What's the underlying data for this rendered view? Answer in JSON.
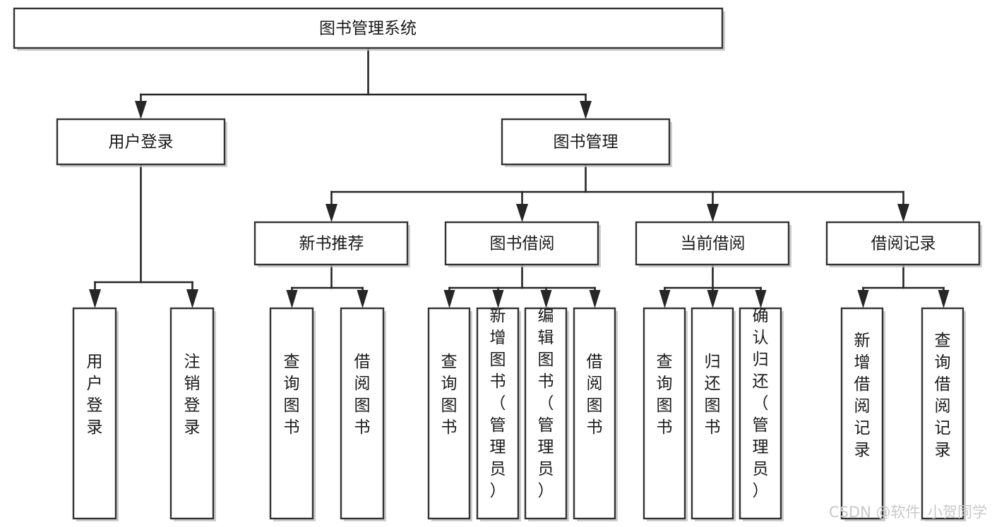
{
  "diagram": {
    "type": "tree-hierarchy",
    "title": "图书管理系统",
    "orientation": "top-down",
    "colors": {
      "box_fill": "#ffffff",
      "box_stroke": "#333333",
      "edge_stroke": "#262626",
      "text": "#1a1a1a",
      "shadow": "#bdbdbd",
      "watermark": "#c9c9c9",
      "background": "#ffffff"
    },
    "nodes": {
      "root": {
        "id": "root",
        "label": "图书管理系统",
        "level": 0
      },
      "level1": [
        {
          "id": "user-login",
          "label": "用户登录",
          "level": 1
        },
        {
          "id": "book-management",
          "label": "图书管理",
          "level": 1
        }
      ],
      "level2": [
        {
          "id": "new-book-recommend",
          "label": "新书推荐",
          "level": 2,
          "parent": "book-management"
        },
        {
          "id": "book-borrow",
          "label": "图书借阅",
          "level": 2,
          "parent": "book-management"
        },
        {
          "id": "current-borrow",
          "label": "当前借阅",
          "level": 2,
          "parent": "book-management"
        },
        {
          "id": "borrow-record",
          "label": "借阅记录",
          "level": 2,
          "parent": "book-management"
        }
      ],
      "leaves": [
        {
          "id": "leaf-user-login",
          "label": "用户登录",
          "parent": "user-login"
        },
        {
          "id": "leaf-logout-login",
          "label": "注销登录",
          "parent": "user-login"
        },
        {
          "id": "leaf-query-book-1",
          "label": "查询图书",
          "parent": "new-book-recommend"
        },
        {
          "id": "leaf-borrow-book-1",
          "label": "借阅图书",
          "parent": "new-book-recommend"
        },
        {
          "id": "leaf-query-book-2",
          "label": "查询图书",
          "parent": "book-borrow"
        },
        {
          "id": "leaf-add-book",
          "label": "新增图书（管理员）",
          "parent": "book-borrow"
        },
        {
          "id": "leaf-edit-book",
          "label": "编辑图书（管理员）",
          "parent": "book-borrow"
        },
        {
          "id": "leaf-borrow-book-2",
          "label": "借阅图书",
          "parent": "book-borrow"
        },
        {
          "id": "leaf-query-book-3",
          "label": "查询图书",
          "parent": "current-borrow"
        },
        {
          "id": "leaf-return-book",
          "label": "归还图书",
          "parent": "current-borrow"
        },
        {
          "id": "leaf-confirm-return",
          "label": "确认归还（管理员）",
          "parent": "current-borrow"
        },
        {
          "id": "leaf-add-record",
          "label": "新增借阅记录",
          "parent": "borrow-record"
        },
        {
          "id": "leaf-query-record",
          "label": "查询借阅记录",
          "parent": "borrow-record"
        }
      ]
    },
    "watermark": "CSDN @软件_小贺同学"
  }
}
